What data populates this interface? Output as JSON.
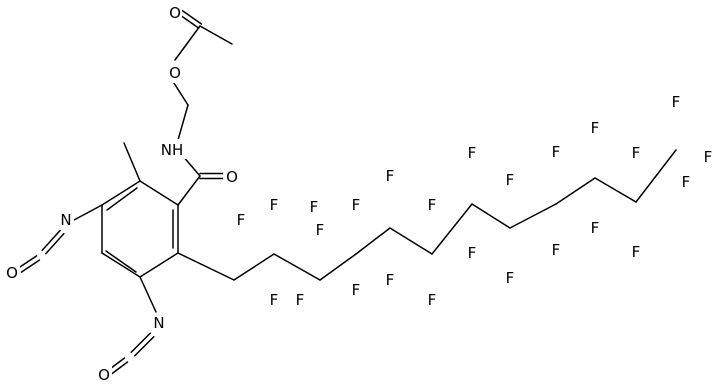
{
  "molecule": {
    "labels": {
      "carbonyl_ester_o": "O",
      "ester_o": "O",
      "nh": "NH",
      "amide_o": "O",
      "iso_n1": "N",
      "iso_o1": "O",
      "iso_n2": "N",
      "iso_o2": "O",
      "fluorine": "F"
    }
  }
}
